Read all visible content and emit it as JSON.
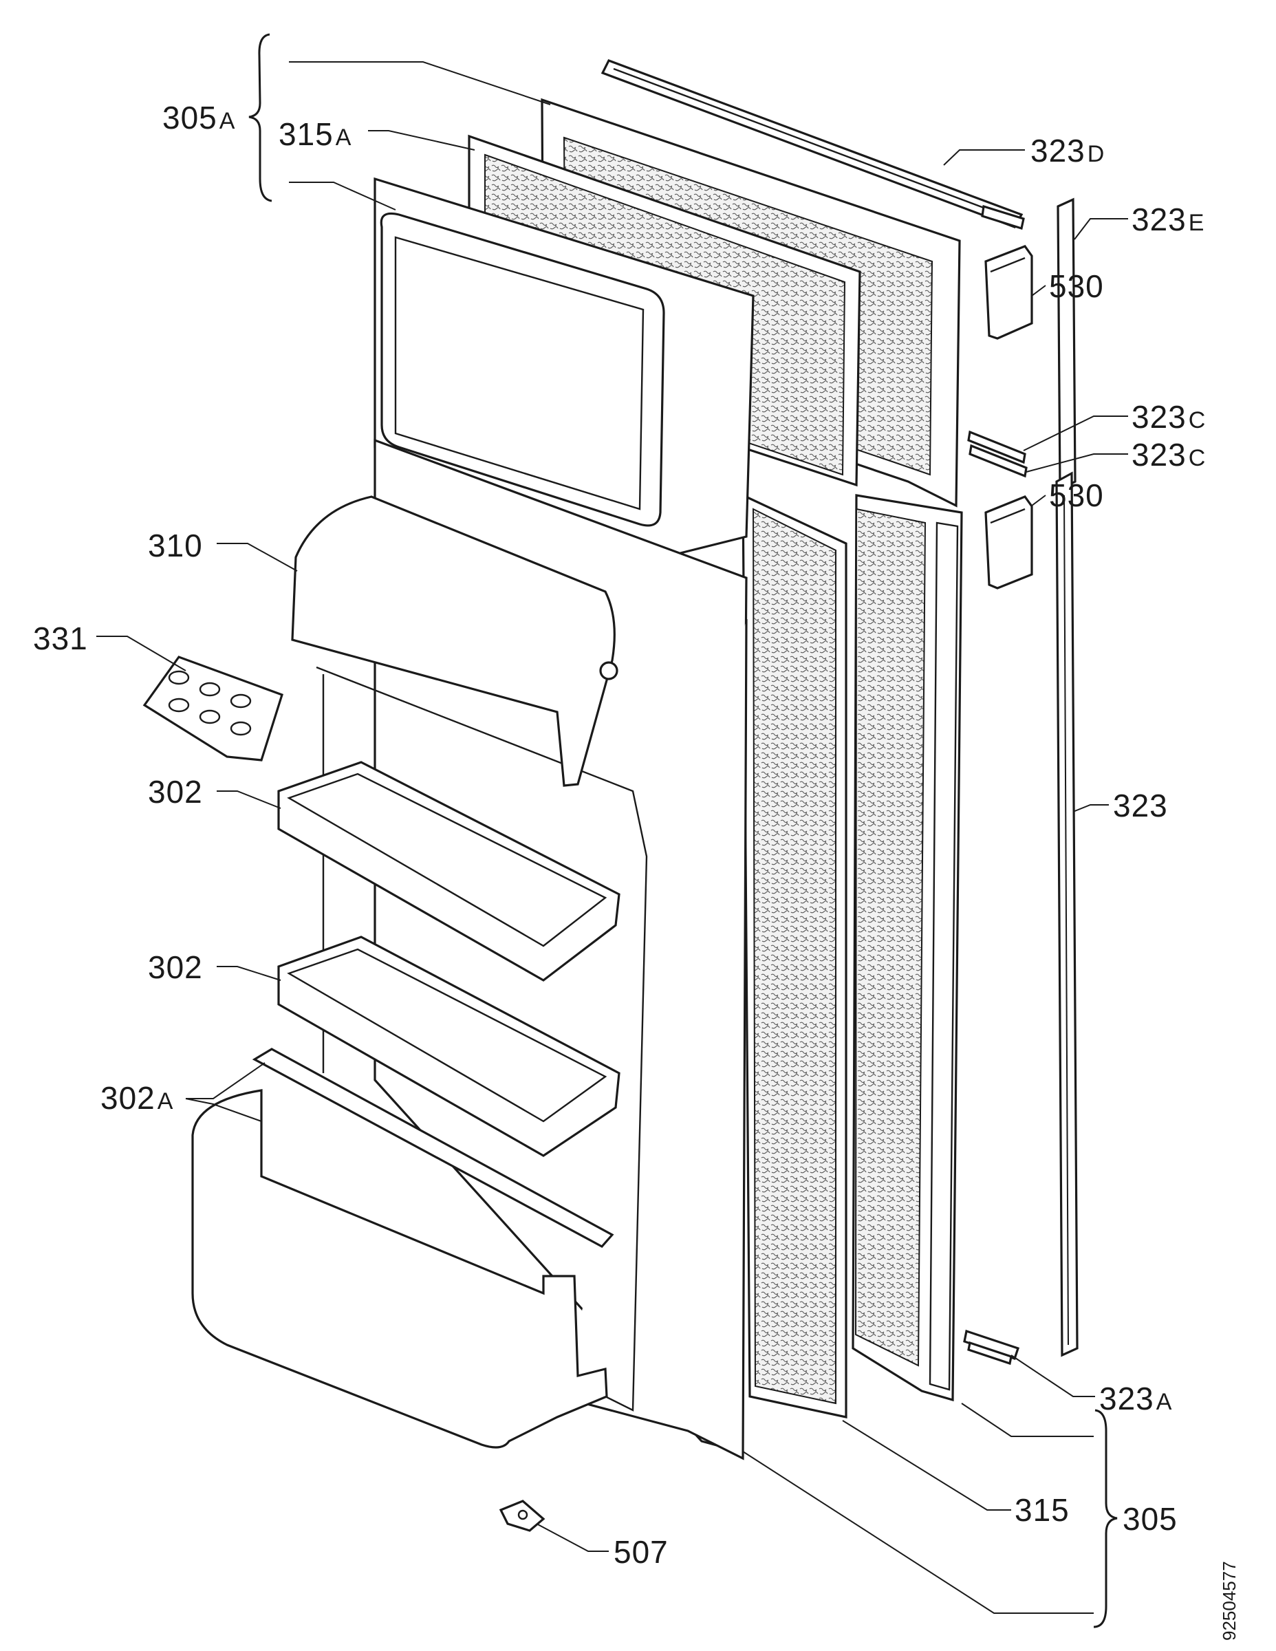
{
  "diagram": {
    "callouts": [
      {
        "id": "305a",
        "num": "305",
        "suffix": "A"
      },
      {
        "id": "315a",
        "num": "315",
        "suffix": "A"
      },
      {
        "id": "323d",
        "num": "323",
        "suffix": "D"
      },
      {
        "id": "323e",
        "num": "323",
        "suffix": "E"
      },
      {
        "id": "530-top",
        "num": "530",
        "suffix": ""
      },
      {
        "id": "323c-1",
        "num": "323",
        "suffix": "C"
      },
      {
        "id": "323c-2",
        "num": "323",
        "suffix": "C"
      },
      {
        "id": "530-mid",
        "num": "530",
        "suffix": ""
      },
      {
        "id": "310",
        "num": "310",
        "suffix": ""
      },
      {
        "id": "331",
        "num": "331",
        "suffix": ""
      },
      {
        "id": "302-upper",
        "num": "302",
        "suffix": ""
      },
      {
        "id": "323",
        "num": "323",
        "suffix": ""
      },
      {
        "id": "302-lower",
        "num": "302",
        "suffix": ""
      },
      {
        "id": "302a",
        "num": "302",
        "suffix": "A"
      },
      {
        "id": "323a",
        "num": "323",
        "suffix": "A"
      },
      {
        "id": "315",
        "num": "315",
        "suffix": ""
      },
      {
        "id": "305",
        "num": "305",
        "suffix": ""
      },
      {
        "id": "507",
        "num": "507",
        "suffix": ""
      }
    ],
    "document_number": "92504577",
    "colors": {
      "ink": "#1a1a1a",
      "paper": "#ffffff",
      "insulation": "#bdbdbd"
    }
  }
}
